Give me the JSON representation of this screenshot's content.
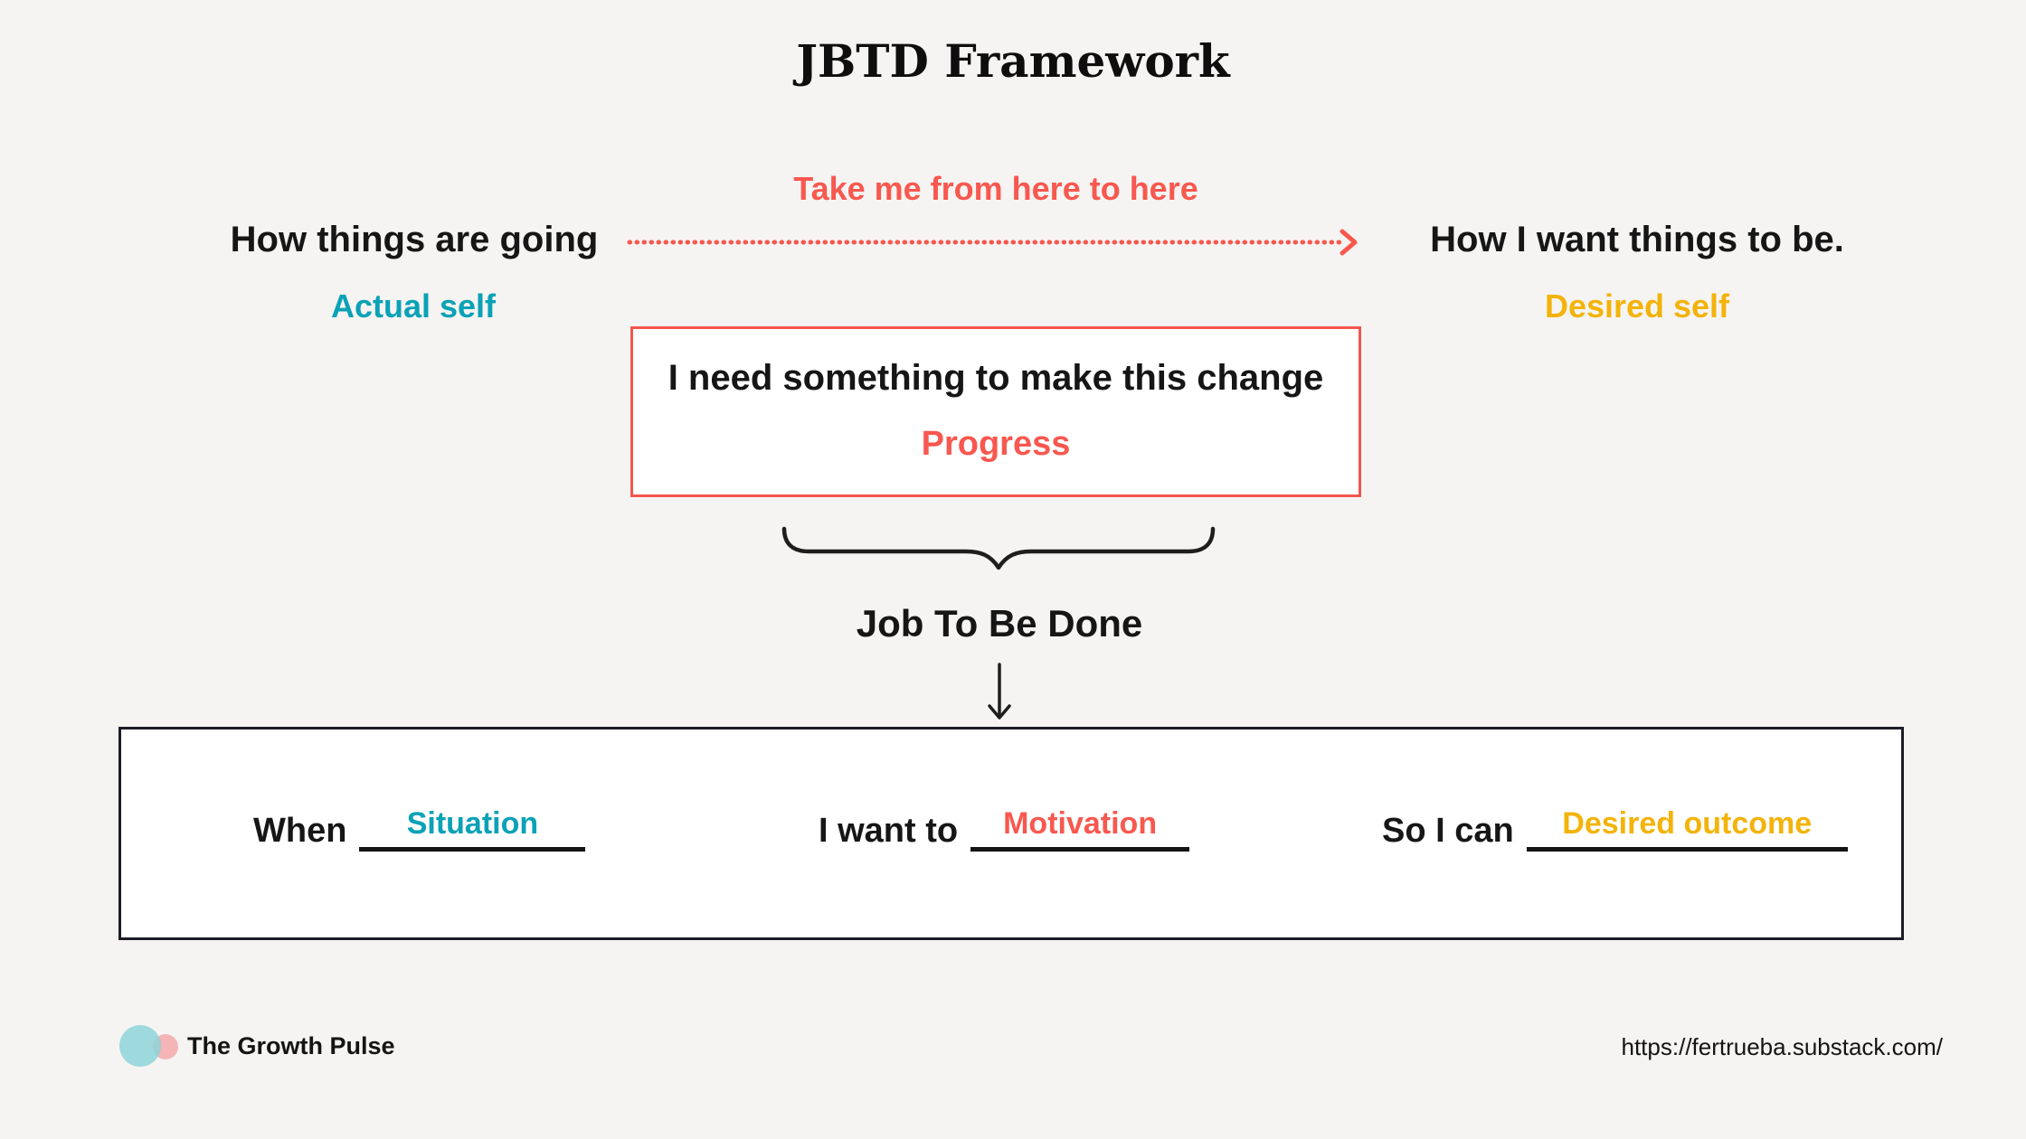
{
  "title": "JBTD Framework",
  "colors": {
    "background": "#f5f4f2",
    "accent_red": "#f8584f",
    "accent_teal": "#0aa2b6",
    "accent_yellow": "#f3b30a",
    "ink": "#161616",
    "logo_teal": "#8ed3da",
    "logo_pink": "#f5b5b6"
  },
  "transition": {
    "arrow_label": "Take me from here to here",
    "from": {
      "heading": "How things are going",
      "caption": "Actual self"
    },
    "to": {
      "heading": "How I want things to be.",
      "caption": "Desired self"
    }
  },
  "need_box": {
    "statement": "I need something to make this change",
    "keyword": "Progress"
  },
  "job_label": "Job To Be Done",
  "statement": {
    "segments": [
      {
        "prefix": "When",
        "blank_label": "Situation"
      },
      {
        "prefix": "I want to",
        "blank_label": "Motivation"
      },
      {
        "prefix": "So I can",
        "blank_label": "Desired outcome"
      }
    ]
  },
  "footer": {
    "brand": "The Growth Pulse",
    "url": "https://fertrueba.substack.com/"
  }
}
